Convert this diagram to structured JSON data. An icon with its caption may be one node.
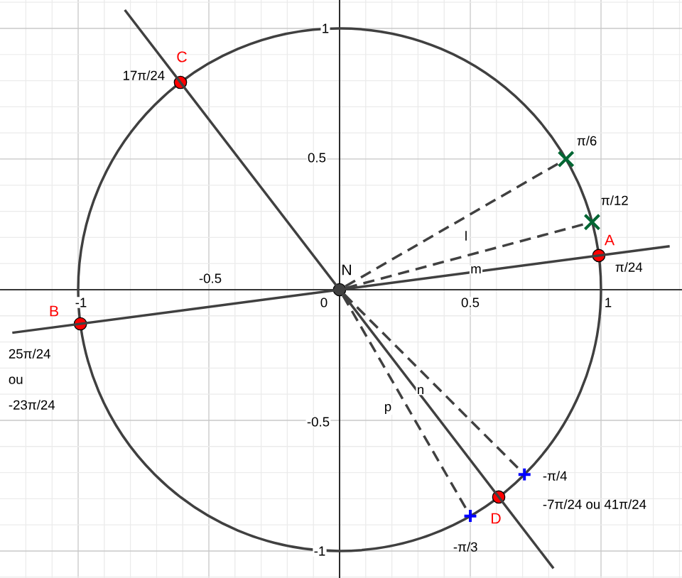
{
  "diagram": {
    "nodes": [
      {
        "text": [
          "C",
          "17π/24"
        ]
      },
      {
        "text": [
          "π/6"
        ]
      },
      {
        "text": [
          "π/12"
        ]
      },
      {
        "text": [
          "A",
          "π/24"
        ]
      },
      {
        "text": [
          "N"
        ]
      },
      {
        "text": [
          "B",
          "25π/24 ou -23π/24"
        ]
      },
      {
        "text": [
          "-π/4"
        ]
      },
      {
        "text": [
          "D",
          "-7π/24 ou 41π/24"
        ]
      },
      {
        "text": [
          "-π/3"
        ]
      }
    ],
    "edges": [
      {
        "from": 5,
        "to": 3,
        "arrow": "none",
        "label": "m"
      },
      {
        "from": 0,
        "to": 7,
        "arrow": "none",
        "label": "n"
      },
      {
        "from": 4,
        "to": 1,
        "arrow": "none",
        "style": "dashed"
      },
      {
        "from": 4,
        "to": 2,
        "arrow": "none",
        "style": "dashed",
        "label": "l"
      },
      {
        "from": 4,
        "to": 6,
        "arrow": "none",
        "style": "dashed"
      },
      {
        "from": 4,
        "to": 8,
        "arrow": "none",
        "style": "dashed",
        "label": "p"
      }
    ],
    "labels": [
      "1",
      "0.5",
      "-1",
      "-0.5",
      "0",
      "0.5",
      "1",
      "-0.5",
      "-1"
    ]
  }
}
